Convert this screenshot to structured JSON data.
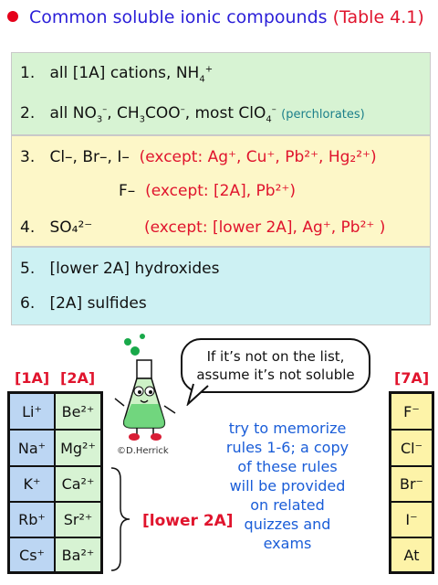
{
  "title": {
    "text": "Common soluble ionic compounds",
    "ref": "(Table 4.1)"
  },
  "rules": {
    "r1": {
      "num": "1.",
      "a": "all  [1A] cations,  NH",
      "sub": "4",
      "sup": "+"
    },
    "r2": {
      "num": "2.",
      "a": "all NO",
      "a_sub": "3",
      "a_sup": "–",
      "b": ",  CH",
      "b_sub": "3",
      "c": "COO",
      "c_sup": "–",
      "d": ",  most ClO",
      "d_sub": "4",
      "d_sup": "–",
      "note": "(perchlorates)"
    },
    "r3": {
      "num": "3.",
      "halides": "Cl–, Br–, I–",
      "exc": "(except:  Ag⁺,  Cu⁺,  Pb²⁺,  Hg₂²⁺)"
    },
    "r3b": {
      "ion": "F–",
      "exc": "(except:  [2A], Pb²⁺)"
    },
    "r4": {
      "num": "4.",
      "ion": "SO₄²⁻",
      "exc": "(except:  [lower 2A],  Ag⁺, Pb²⁺ )"
    },
    "r5": {
      "num": "5.",
      "text": "[lower 2A] hydroxides"
    },
    "r6": {
      "num": "6.",
      "text": "[2A] sulfides"
    }
  },
  "group_labels": {
    "g1": "[1A]",
    "g2": "[2A]",
    "g7": "[7A]",
    "lower2a": "[lower 2A]"
  },
  "col1": [
    "Li⁺",
    "Na⁺",
    "K⁺",
    "Rb⁺",
    "Cs⁺"
  ],
  "col2": [
    "Be²⁺",
    "Mg²⁺",
    "Ca²⁺",
    "Sr²⁺",
    "Ba²⁺"
  ],
  "col7": [
    "F⁻",
    "Cl⁻",
    "Br⁻",
    "I⁻",
    "At"
  ],
  "bubble": {
    "line1": "If it’s not on the list,",
    "line2": "assume it’s not soluble"
  },
  "credit": "©D.Herrick",
  "memo": [
    "try to memorize",
    "rules 1-6; a copy",
    "of these rules",
    "will be provided",
    "on related",
    "quizzes and",
    "exams"
  ],
  "colors": {
    "red": "#e0142d",
    "blue": "#1a5dd8",
    "title": "#2b1fd8"
  }
}
